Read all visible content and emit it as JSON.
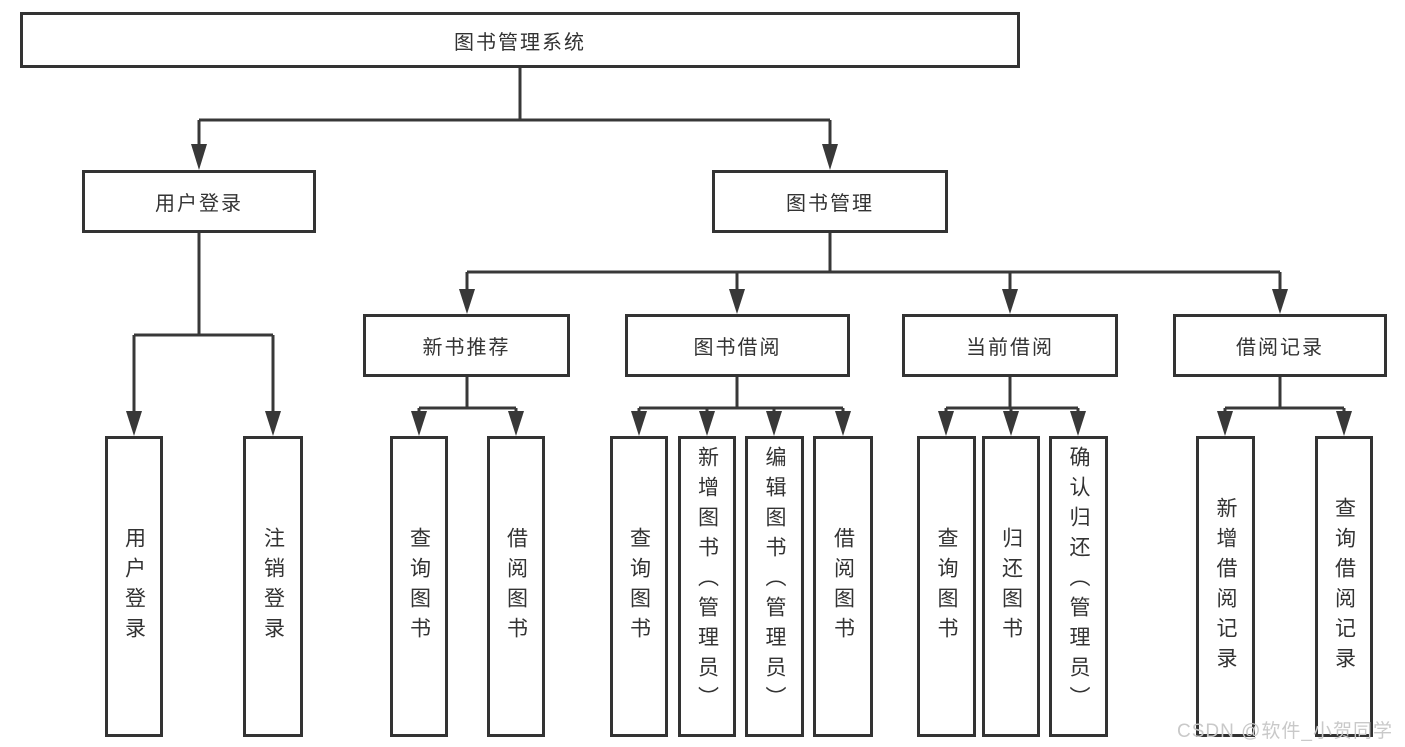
{
  "diagram": {
    "root": {
      "label": "图书管理系统"
    },
    "branches": [
      {
        "label": "用户登录",
        "children": [
          {
            "label": "用户登录"
          },
          {
            "label": "注销登录"
          }
        ]
      },
      {
        "label": "图书管理",
        "children": [
          {
            "label": "新书推荐",
            "children": [
              {
                "label": "查询图书"
              },
              {
                "label": "借阅图书"
              }
            ]
          },
          {
            "label": "图书借阅",
            "children": [
              {
                "label": "查询图书"
              },
              {
                "label": "新增图书（管理员）"
              },
              {
                "label": "编辑图书（管理员）"
              },
              {
                "label": "借阅图书"
              }
            ]
          },
          {
            "label": "当前借阅",
            "children": [
              {
                "label": "查询图书"
              },
              {
                "label": "归还图书"
              },
              {
                "label": "确认归还（管理员）"
              }
            ]
          },
          {
            "label": "借阅记录",
            "children": [
              {
                "label": "新增借阅记录"
              },
              {
                "label": "查询借阅记录"
              }
            ]
          }
        ]
      }
    ]
  },
  "watermark": {
    "text": "CSDN @软件_小贺同学"
  },
  "colors": {
    "line": "#383838",
    "border": "#333333",
    "text": "#333333",
    "watermark_color": "#c9c9c9",
    "background": "#ffffff"
  }
}
